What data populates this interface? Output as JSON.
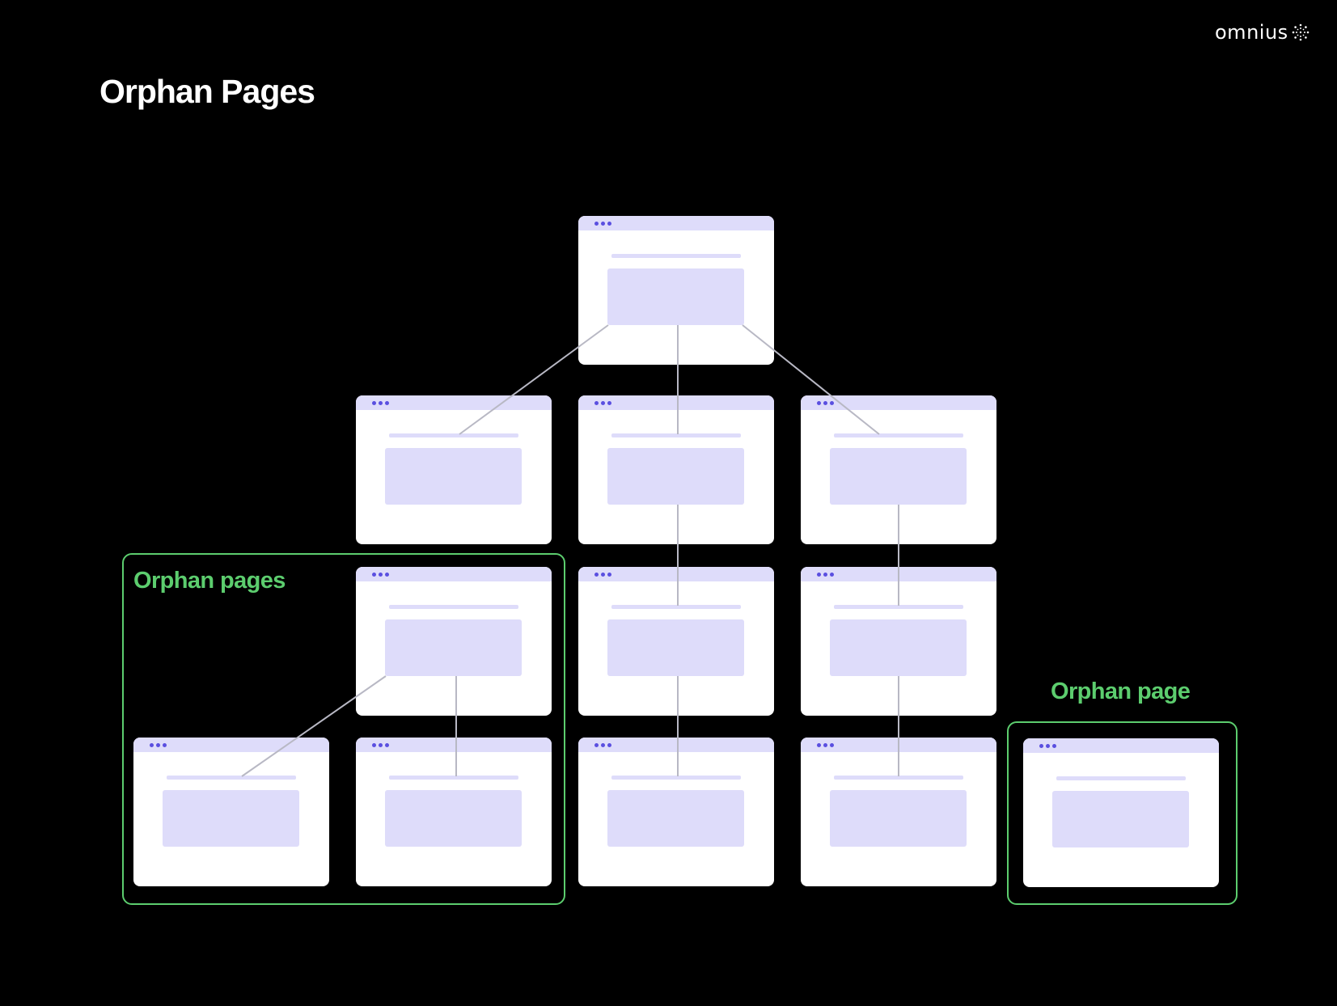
{
  "title": "Orphan Pages",
  "logo": {
    "text": "omnius",
    "icon": "sunburst-logo-icon"
  },
  "groups": [
    {
      "id": "orphan-pages-group",
      "label": "Orphan pages"
    },
    {
      "id": "orphan-page-group",
      "label": "Orphan page"
    }
  ],
  "pages": [
    {
      "id": "root",
      "level": 0,
      "column": 3,
      "parent": null
    },
    {
      "id": "l1-left",
      "level": 1,
      "column": 2,
      "parent": "root"
    },
    {
      "id": "l1-center",
      "level": 1,
      "column": 3,
      "parent": "root"
    },
    {
      "id": "l1-right",
      "level": 1,
      "column": 4,
      "parent": "root"
    },
    {
      "id": "orphan-parent",
      "level": 2,
      "column": 2,
      "parent": null,
      "orphan": true
    },
    {
      "id": "l2-center",
      "level": 2,
      "column": 3,
      "parent": "l1-center"
    },
    {
      "id": "l2-right",
      "level": 2,
      "column": 4,
      "parent": "l1-right"
    },
    {
      "id": "orphan-child-left",
      "level": 3,
      "column": 1,
      "parent": "orphan-parent",
      "orphan": true
    },
    {
      "id": "orphan-child-right",
      "level": 3,
      "column": 2,
      "parent": "orphan-parent",
      "orphan": true
    },
    {
      "id": "l3-center",
      "level": 3,
      "column": 3,
      "parent": "l2-center"
    },
    {
      "id": "l3-right",
      "level": 3,
      "column": 4,
      "parent": "l2-right"
    },
    {
      "id": "isolated-orphan",
      "level": 3,
      "column": 5,
      "parent": null,
      "orphan": true
    }
  ],
  "colors": {
    "background": "#000000",
    "page": "#ffffff",
    "page_accent": "#dedcfa",
    "dots": "#5a4fe0",
    "connector": "#b8b8c4",
    "orphan_highlight": "#5ccd6e"
  }
}
